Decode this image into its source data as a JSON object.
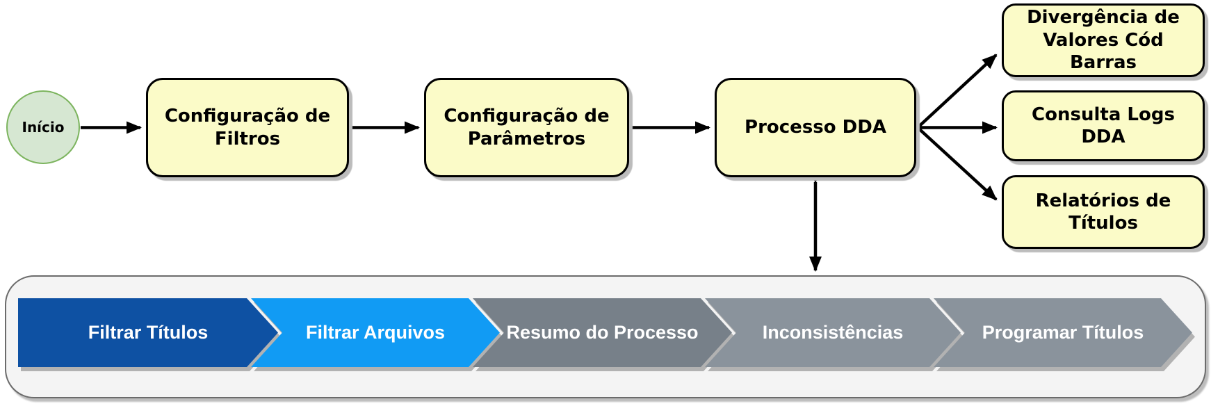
{
  "flowchart": {
    "start": {
      "label": "Início"
    },
    "nodes": [
      {
        "label": "Configuração de Filtros"
      },
      {
        "label": "Configuração de Parâmetros"
      },
      {
        "label": "Processo DDA"
      },
      {
        "label": "Divergência de Valores Cód Barras"
      },
      {
        "label": "Consulta Logs DDA"
      },
      {
        "label": "Relatórios de Títulos"
      }
    ]
  },
  "process_steps": {
    "items": [
      {
        "label": "Filtrar Títulos",
        "color": "#0E51A3"
      },
      {
        "label": "Filtrar Arquivos",
        "color": "#119BF4"
      },
      {
        "label": "Resumo do Processo",
        "color": "#778089"
      },
      {
        "label": "Inconsistências",
        "color": "#8A939C"
      },
      {
        "label": "Programar Títulos",
        "color": "#8A939C"
      }
    ]
  },
  "colors": {
    "node_fill": "#FBFBC8",
    "node_border": "#000000",
    "start_fill": "#D6E7D2",
    "start_border": "#7CB45E",
    "tray_fill": "#F4F4F4",
    "tray_border": "#6B6B6B",
    "arrow": "#000000"
  }
}
